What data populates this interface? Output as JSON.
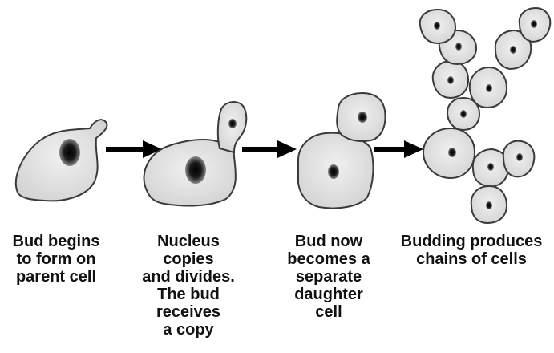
{
  "stages": [
    {
      "caption": [
        "Bud begins",
        "to form on",
        "parent cell"
      ]
    },
    {
      "caption": [
        "Nucleus",
        "copies",
        "and divides.",
        "The bud",
        "receives",
        "a copy"
      ]
    },
    {
      "caption": [
        "Bud now",
        "becomes a",
        "separate",
        "daughter",
        "cell"
      ]
    },
    {
      "caption": [
        "Budding produces",
        "chains of cells"
      ]
    }
  ],
  "colors": {
    "cell_fill": "#e4e4e4",
    "cell_outline": "#3a3a3a",
    "nucleus": "#111111",
    "arrow": "#000000"
  }
}
